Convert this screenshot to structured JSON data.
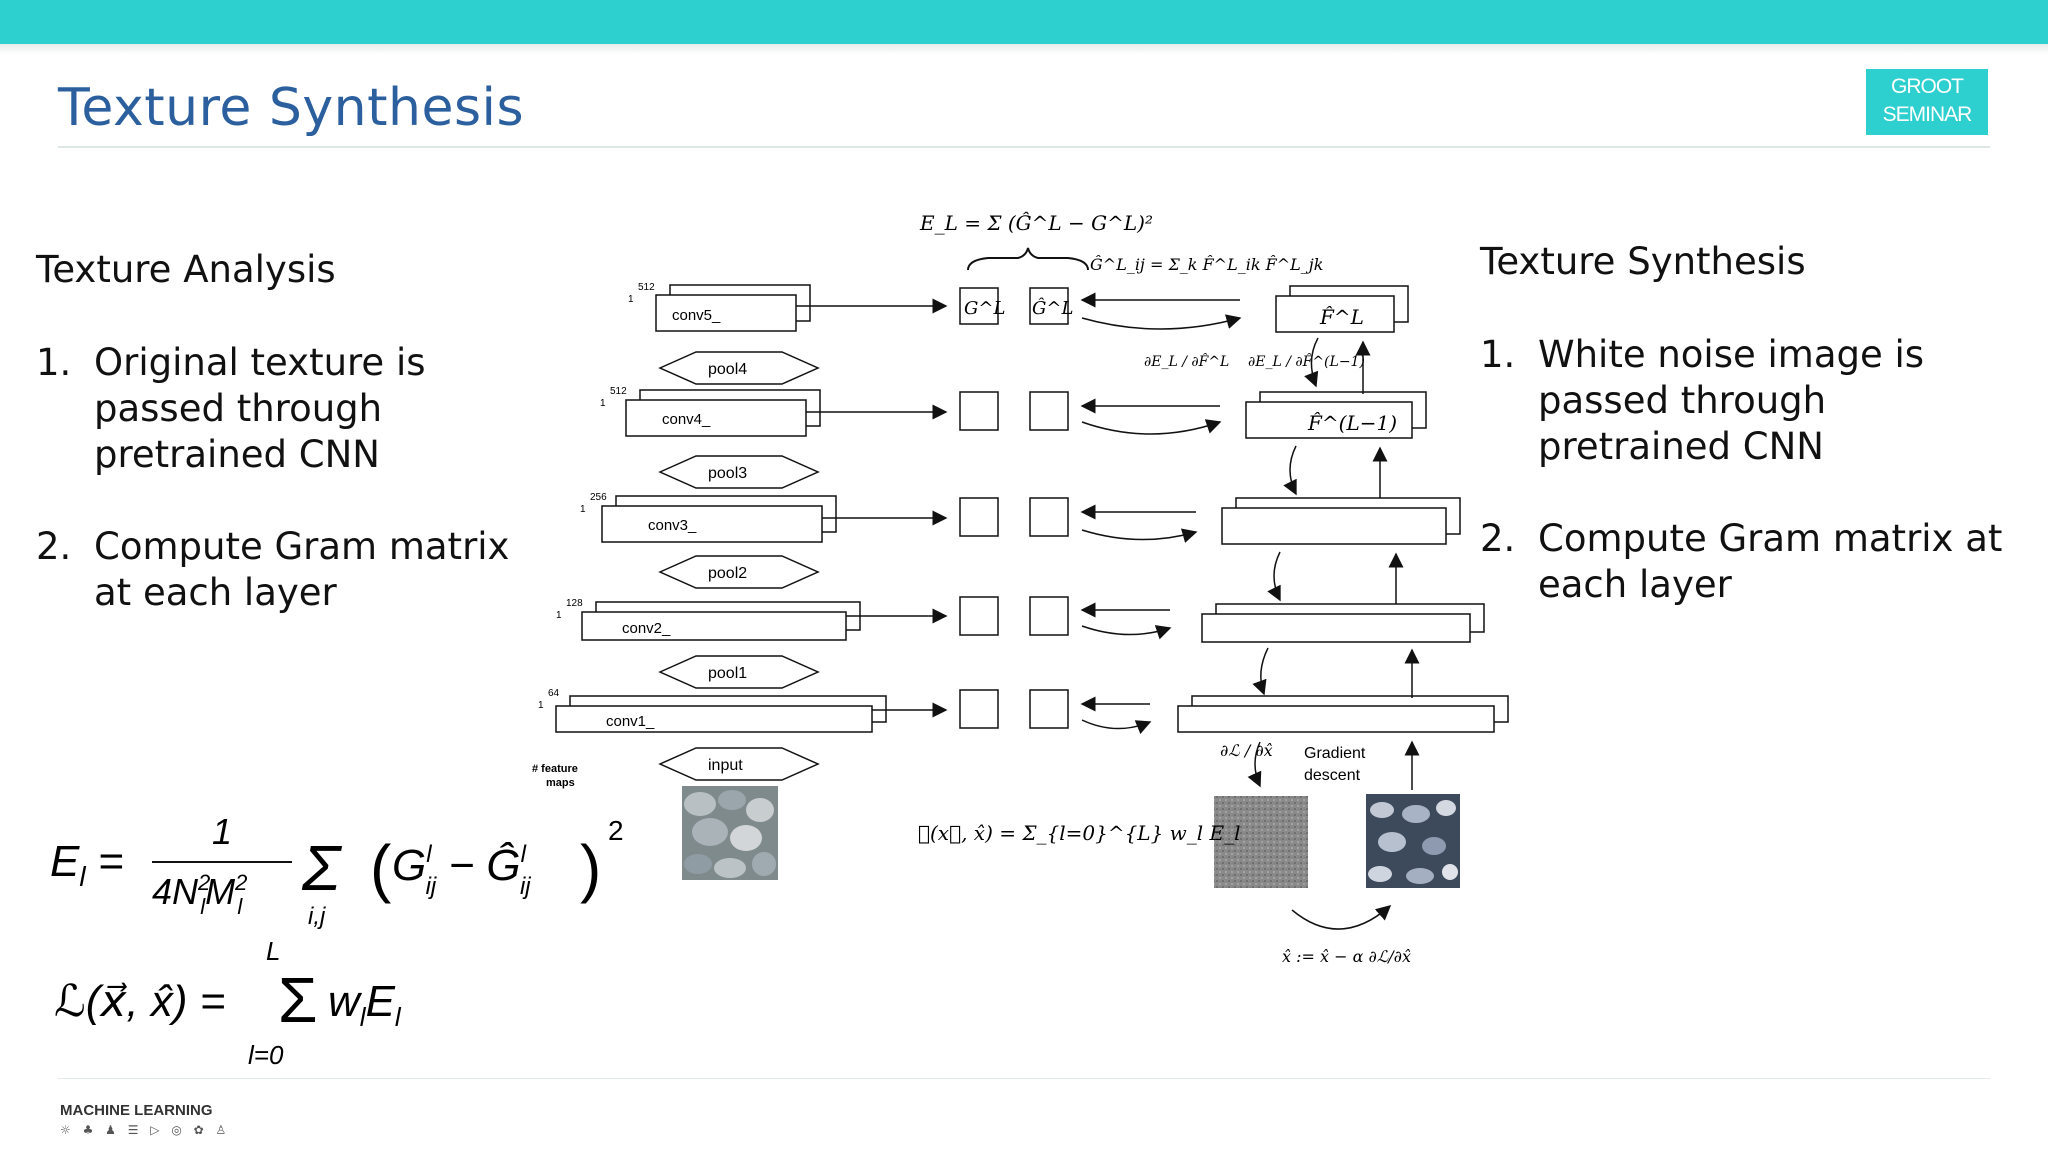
{
  "slide": {
    "title": "Texture Synthesis",
    "badge": {
      "line1": "GROOT",
      "line2": "SEMINAR"
    }
  },
  "left": {
    "heading": "Texture Analysis",
    "items": [
      {
        "num": "1.",
        "text": "Original texture is passed through pretrained CNN"
      },
      {
        "num": "2.",
        "text": "Compute Gram matrix at each layer"
      }
    ]
  },
  "right": {
    "heading": "Texture Synthesis",
    "items": [
      {
        "num": "1.",
        "text": "White noise image is passed through pretrained CNN"
      },
      {
        "num": "2.",
        "text": "Compute Gram matrix at each layer"
      }
    ]
  },
  "diagram": {
    "layers": [
      {
        "label": "conv5_",
        "maps": "512",
        "sub": "1"
      },
      {
        "label": "conv4_",
        "maps": "512",
        "sub": "1"
      },
      {
        "label": "conv3_",
        "maps": "256",
        "sub": "1"
      },
      {
        "label": "conv2_",
        "maps": "128",
        "sub": "1"
      },
      {
        "label": "conv1_",
        "maps": "64",
        "sub": "1"
      }
    ],
    "pools": [
      "pool4",
      "pool3",
      "pool2",
      "pool1"
    ],
    "input_label": "input",
    "feature_maps_label": [
      "# feature",
      "maps"
    ],
    "gradient_label": [
      "Gradient",
      "descent"
    ],
    "formulas": {
      "energy_top": "E_L = Σ (Ĝ^L − G^L)²",
      "gram_def": "Ĝ^L_ij = Σ_k F̂^L_ik F̂^L_jk",
      "G": "G^L",
      "Ghat": "Ĝ^L",
      "F": "F̂^L",
      "F_prev": "F̂^(L−1)",
      "dE_dF": "∂E_L / ∂F̂^L",
      "dE_dFprev": "∂E_L / ∂F̂^(L−1)",
      "loss_mid": "ℒ(x⃗, x̂) = Σ_{l=0}^{L} w_l E_l",
      "dL_dx": "∂ℒ / ∂x̂",
      "update": "x̂ := x̂ − α ∂ℒ/∂x̂"
    }
  },
  "equations": {
    "energy": "E_l = 1/(4 N_l² M_l²) Σ_{i,j} (G^l_ij − Ĝ^l_ij)²",
    "loss": "ℒ(x⃗, x̂) = Σ_{l=0}^{L} w_l E_l"
  },
  "footer": {
    "logo_text": "MACHINE LEARNING"
  },
  "colors": {
    "accent": "#2ecfcf",
    "title": "#2b5f9e"
  }
}
